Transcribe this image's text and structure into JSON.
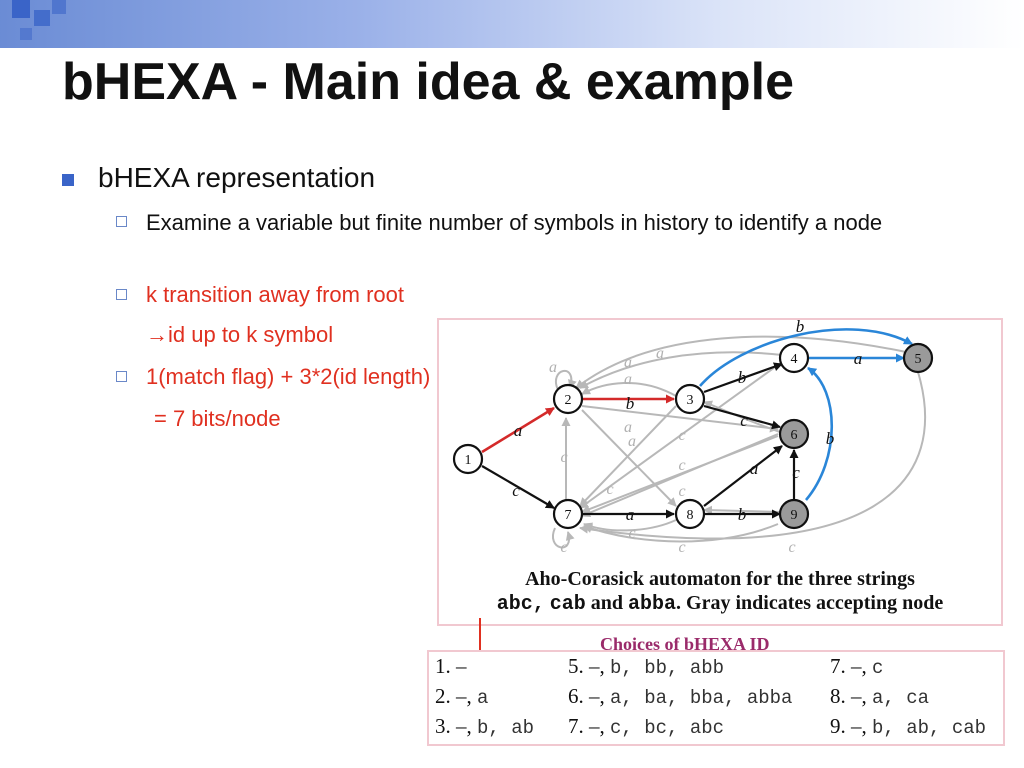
{
  "slide": {
    "title": "bHEXA - Main idea & example",
    "colors": {
      "accent": "#3a64c8",
      "red": "#e03020",
      "black_edge": "#111111",
      "red_edge": "#d42a2a",
      "blue_edge": "#2a86d8",
      "gray_edge": "#b8b8b8",
      "frame": "#f1c8d0"
    }
  },
  "bullets": {
    "main": "bHEXA representation",
    "sub1": "Examine a variable but finite number of symbols in history to identify a node",
    "sub2": "k transition away from root",
    "sub2_cont": "→id up to k symbol",
    "sub3": "1(match flag) + 3*2(id length)",
    "sub3_cont": "= 7 bits/node"
  },
  "automaton": {
    "nodes": [
      "1",
      "2",
      "3",
      "4",
      "5",
      "6",
      "7",
      "8",
      "9"
    ],
    "accepting": [
      "5",
      "6",
      "9"
    ],
    "edge_labels": {
      "e12": "a",
      "e17": "c",
      "e23": "b",
      "e34": "b",
      "e36": "c",
      "e45": "a",
      "e78": "a",
      "e89": "b",
      "e96": "c",
      "e86": "a",
      "e35": "b",
      "e94": "b",
      "self2": "a",
      "self7": "c",
      "g72": "c",
      "g32": "a",
      "g42": "a",
      "g52": "a",
      "g63": "a",
      "g93": "a",
      "g37": "c",
      "g47": "c",
      "g67": "c",
      "g57": "c",
      "g97": "c",
      "g87": "c",
      "g27": "c"
    }
  },
  "caption": {
    "line1": "Aho-Corasick automaton for the three strings",
    "s1": "abc,",
    "s2": "cab",
    "and": "and",
    "s3": "abba",
    "line2_rest": ". Gray indicates accepting node"
  },
  "table": {
    "title": "Choices of bHEXA ID",
    "rows": [
      [
        "1. –",
        "5. –,",
        "7. –,"
      ],
      [
        "2. –,",
        "6. –,",
        "8. –,"
      ],
      [
        "3. –,",
        "7. –,",
        "9. –,"
      ]
    ],
    "ids": [
      [
        "",
        "b, bb, abb",
        "c"
      ],
      [
        "a",
        "a, ba, bba, abba",
        "a, ca"
      ],
      [
        "b, ab",
        "c, bc, abc",
        "b, ab, cab"
      ]
    ]
  }
}
